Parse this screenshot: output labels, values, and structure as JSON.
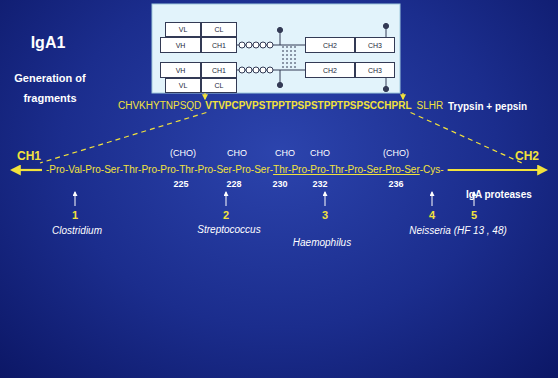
{
  "diagram": {
    "title": "IgA1",
    "nodes": [
      {
        "text": [
          "VL"
        ]
      },
      {
        "text": [
          "CL"
        ]
      },
      {
        "text": [
          "VH"
        ]
      },
      {
        "text": [
          "CH1"
        ]
      },
      {
        "text": [
          "CH2"
        ]
      },
      {
        "text": [
          "CH3"
        ]
      },
      {
        "text": [
          "VH"
        ]
      },
      {
        "text": [
          "CH1"
        ]
      },
      {
        "text": [
          "CH2"
        ]
      },
      {
        "text": [
          "CH3"
        ]
      },
      {
        "text": [
          "VL"
        ]
      },
      {
        "text": [
          "CL"
        ]
      }
    ],
    "labels": [
      "Generation of fragments",
      "CHVKHYTNPSQD",
      "VTVPCPVPSTPPTPSPSTPPTPSPSCCHPRL",
      "SLHR",
      "Trypsin + pepsin",
      "CH1",
      "CH2",
      "-Pro-Val-Pro-Ser-Thr-Pro-Pro-Thr-Pro-Ser-Pro-Ser-",
      "Thr-Pro-Pro-Thr-Pro-Ser-Pro-Ser",
      "-Cys-",
      "(CHO)",
      "CHO",
      "CHO",
      "CHO",
      "(CHO)",
      "225",
      "228",
      "230",
      "232",
      "236",
      "IgA proteases",
      "1",
      "2",
      "3",
      "4",
      "5",
      "Clostridium",
      "Streptococcus",
      "Haemophilus",
      "Neisseria (HF 13 , 48)"
    ]
  }
}
